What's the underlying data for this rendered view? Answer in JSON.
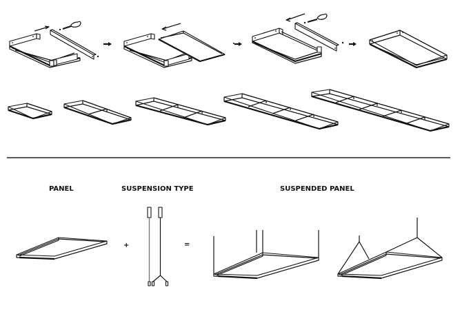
{
  "page": {
    "type": "assembly-instruction-sheet",
    "assembly_steps": [
      {
        "step": 1,
        "description": "Attach end bracket to frame with screwdriver"
      },
      {
        "step": 2,
        "description": "Slide panel into frame"
      },
      {
        "step": 3,
        "description": "Attach closing bracket with screwdriver"
      },
      {
        "step": 4,
        "description": "Assembled frame"
      }
    ],
    "configurations": [
      {
        "modules": 1
      },
      {
        "modules": 2
      },
      {
        "modules": 3
      },
      {
        "modules": 4
      },
      {
        "modules": 5
      }
    ]
  },
  "equation": {
    "panel_label": "PANEL",
    "suspension_label": "SUSPENSION TYPE",
    "suspended_label": "SUSPENDED PANEL",
    "plus_symbol": "+",
    "equals_symbol": "="
  },
  "icons": {
    "step_arrow": "arrow-right-icon",
    "slide_arrow": "arrow-icon",
    "screwdriver": "screwdriver-icon"
  }
}
